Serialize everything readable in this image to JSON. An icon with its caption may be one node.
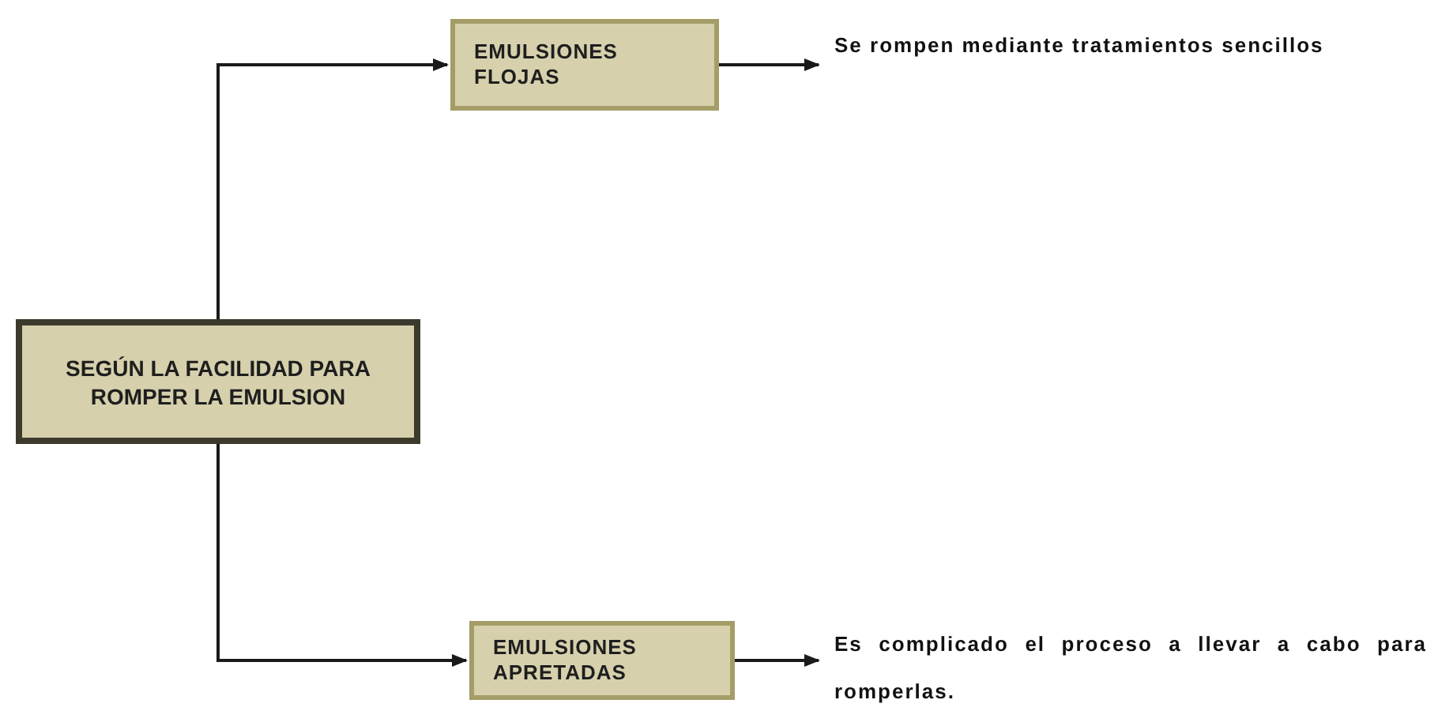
{
  "diagram": {
    "nodes": [
      {
        "text": [
          "SEGÚN LA FACILIDAD PARA ROMPER LA EMULSION"
        ]
      },
      {
        "text": [
          "EMULSIONES FLOJAS"
        ]
      },
      {
        "text": [
          "Se rompen mediante tratamientos sencillos"
        ]
      },
      {
        "text": [
          "EMULSIONES APRETADAS"
        ]
      },
      {
        "text": [
          "Es complicado el proceso a llevar a cabo para romperlas."
        ]
      }
    ],
    "edges": [
      {
        "from": 0,
        "to": 1,
        "arrow": "to"
      },
      {
        "from": 0,
        "to": 3,
        "arrow": "to"
      },
      {
        "from": 1,
        "to": 2,
        "arrow": "to"
      },
      {
        "from": 3,
        "to": 4,
        "arrow": "to"
      }
    ]
  }
}
